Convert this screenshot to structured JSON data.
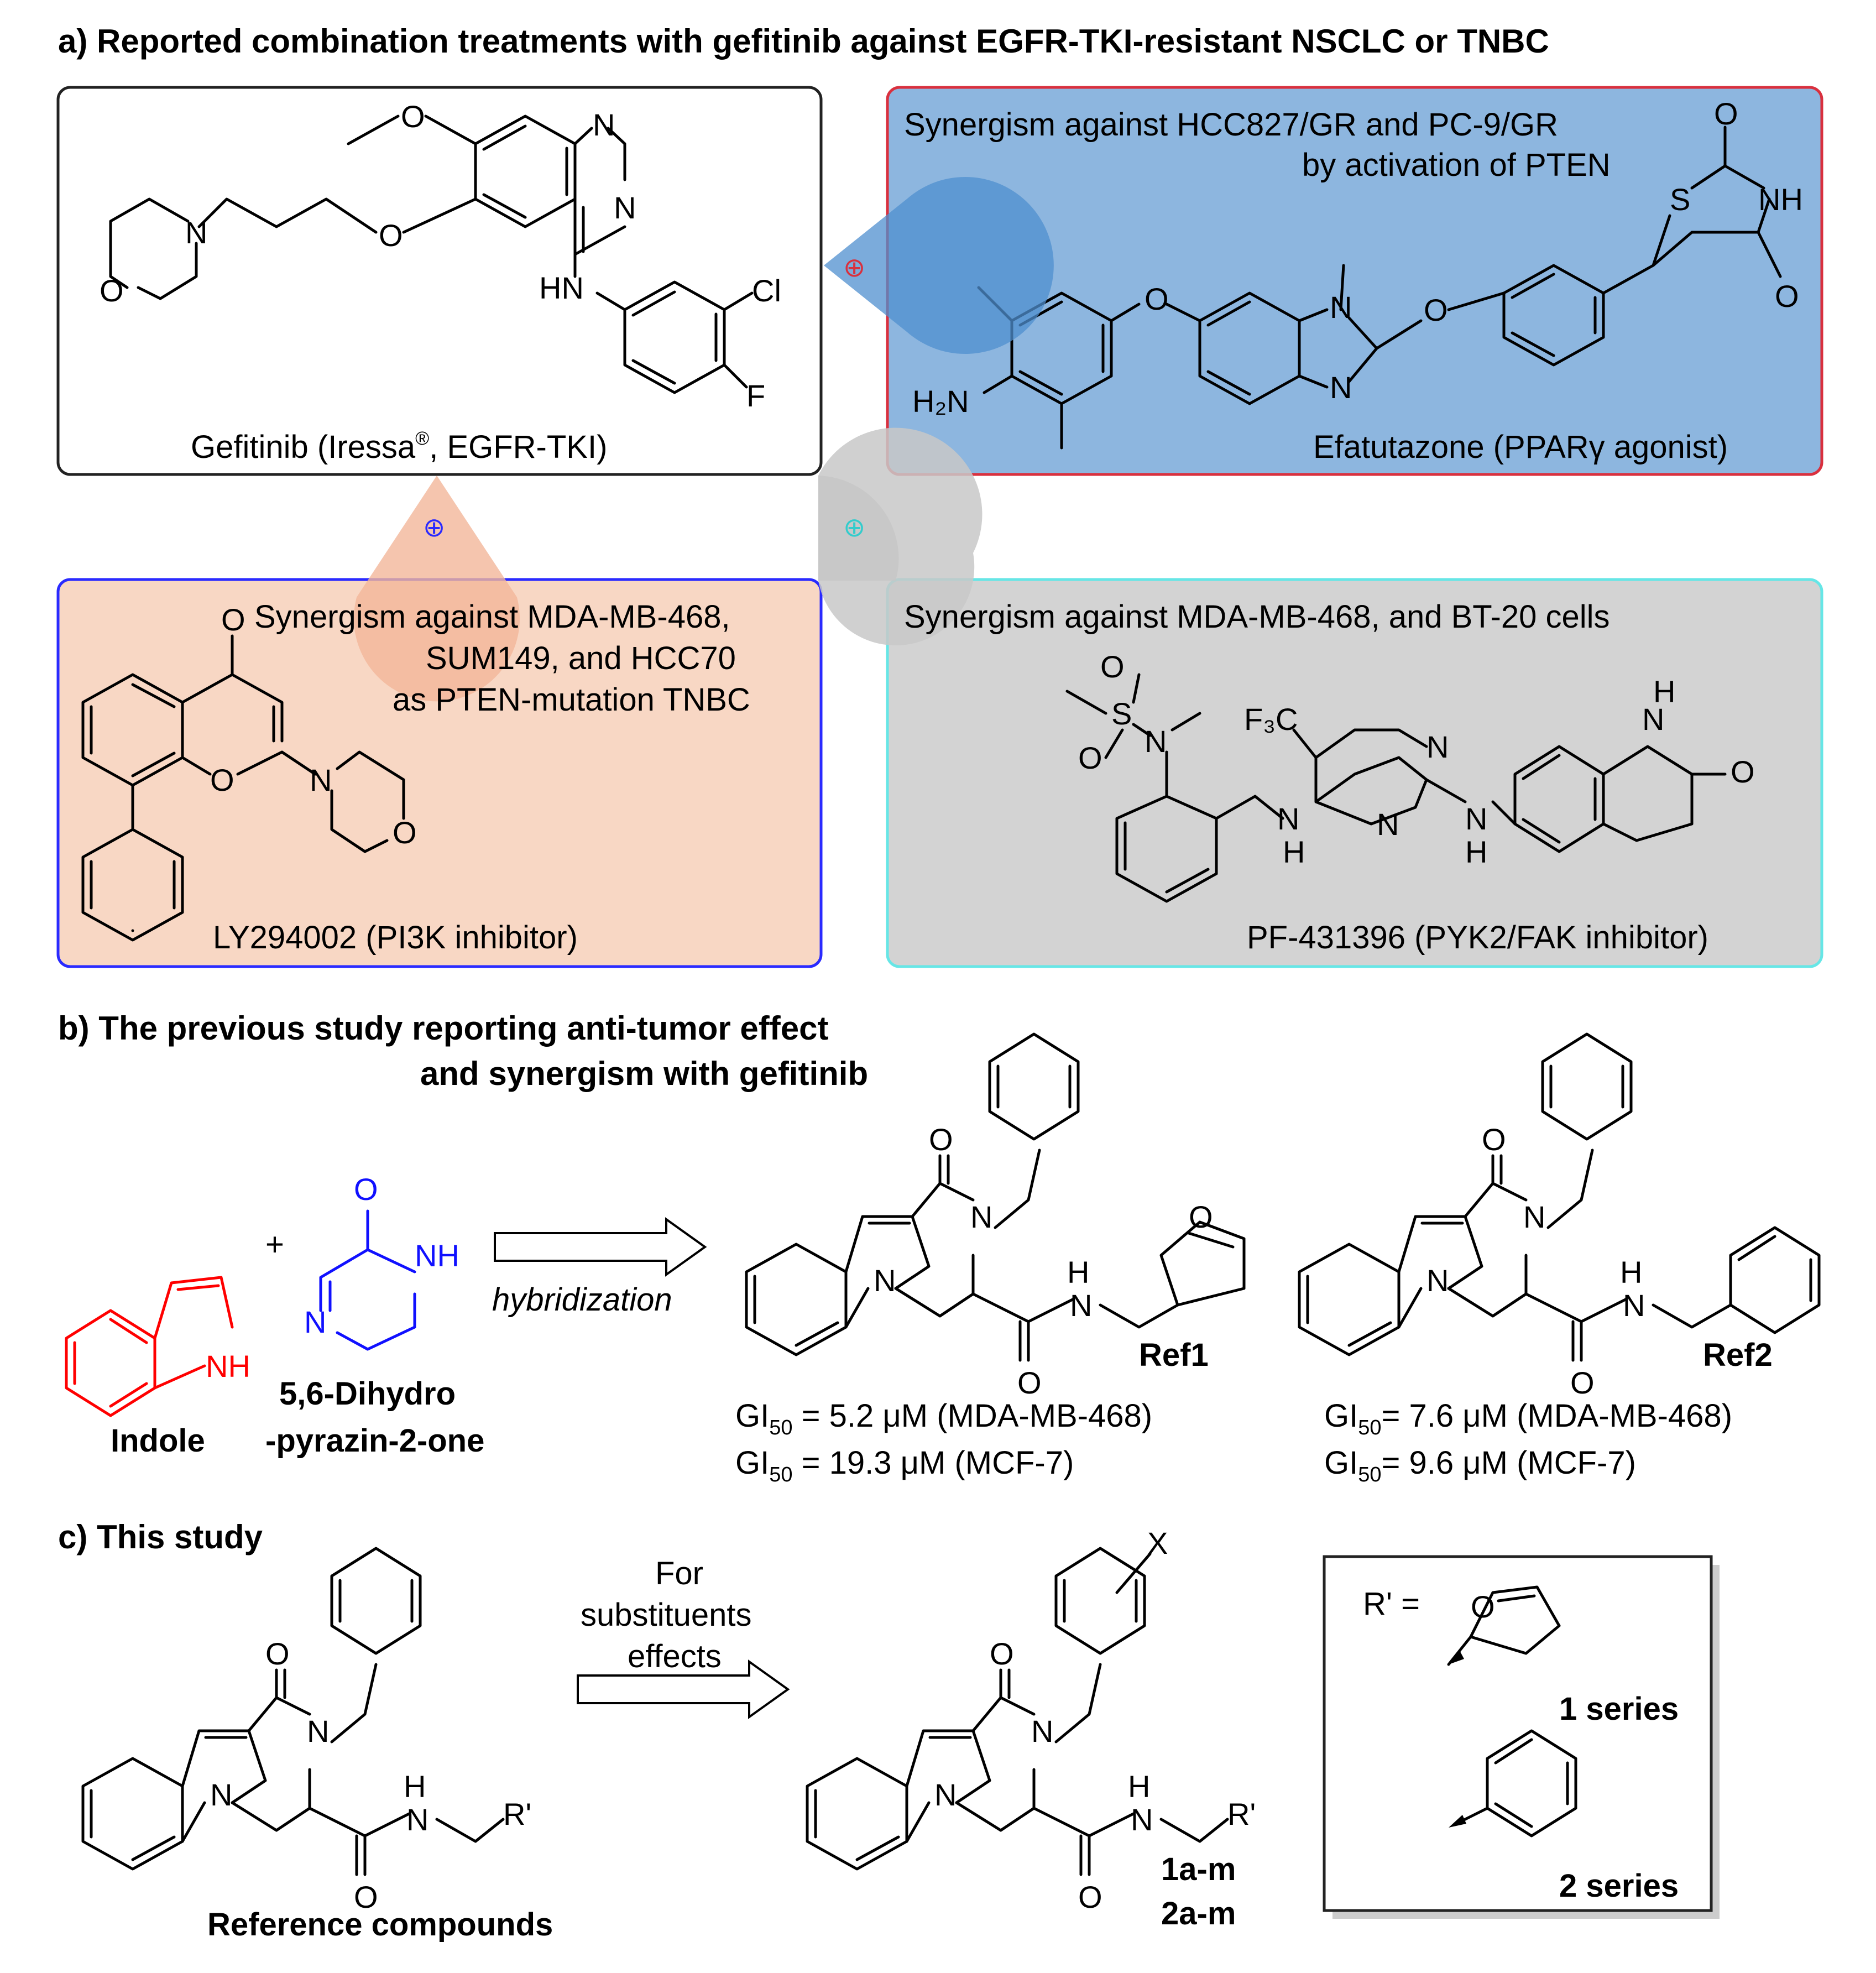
{
  "colors": {
    "red_panel_fill": "#8DB6DF",
    "red_panel_border": "#d9303e",
    "blue_panel_fill": "#F8D7C4",
    "blue_panel_border": "#2a2aff",
    "cyan_panel_fill": "#D3D3D3",
    "cyan_panel_border": "#66e6e6",
    "indole_color": "#ff0000",
    "pyrazinone_color": "#1010ff"
  },
  "section_a": {
    "title": "a) Reported combination treatments with gefitinib against EGFR-TKI-resistant NSCLC or TNBC",
    "gefitinib": {
      "label": "Gefitinib (Iressa",
      "sup": "®",
      "label_end": ", EGFR-TKI)"
    },
    "efatutazone": {
      "line1": "Synergism against HCC827/GR and PC-9/GR",
      "line2": "by activation of PTEN",
      "label": "Efatutazone (PPARγ agonist)"
    },
    "ly294002": {
      "line1": "Synergism against MDA-MB-468,",
      "line2": "SUM149, and HCC70",
      "line3": "as PTEN-mutation TNBC",
      "label": "LY294002 (PI3K inhibitor)"
    },
    "pf431396": {
      "line1": "Synergism against MDA-MB-468, and BT-20 cells",
      "label": "PF-431396 (PYK2/FAK inhibitor)"
    },
    "plus_symbol": "⊕"
  },
  "section_b": {
    "title_line1": "b) The previous study reporting anti-tumor effect",
    "title_line2": "and synergism with gefitinib",
    "indole": "Indole",
    "plus": "+",
    "pyrazinone_line1": "5,6-Dihydro",
    "pyrazinone_line2": "-pyrazin-2-one",
    "arrow_label": "hybridization",
    "ref1": {
      "name": "Ref1",
      "gi1_prefix": "GI",
      "gi1_sub": "50",
      "gi1_value": " =   5.2 μM (MDA-MB-468)",
      "gi2_prefix": "GI",
      "gi2_sub": "50",
      "gi2_value": " = 19.3 μM (MCF-7)"
    },
    "ref2": {
      "name": "Ref2",
      "gi1_prefix": "GI",
      "gi1_sub": "50",
      "gi1_value": "=  7.6 μM (MDA-MB-468)",
      "gi2_prefix": "GI",
      "gi2_sub": "50",
      "gi2_value": "=  9.6 μM (MCF-7)"
    }
  },
  "section_c": {
    "title": "c) This study",
    "reference": "Reference compounds",
    "arrow_line1": "For",
    "arrow_line2": "substituents",
    "arrow_line3": "effects",
    "compound_line1": "1a-m",
    "compound_line2": "2a-m",
    "rgroup_label": "R' =",
    "series1": "1 series",
    "series2": "2 series"
  },
  "atoms": {
    "O": "O",
    "N": "N",
    "S": "S",
    "Cl": "Cl",
    "F": "F",
    "HN": "HN",
    "NH": "NH",
    "H": "H",
    "H2N": "H₂N",
    "F3C": "F₃C",
    "R": "R'",
    "X": "X"
  }
}
